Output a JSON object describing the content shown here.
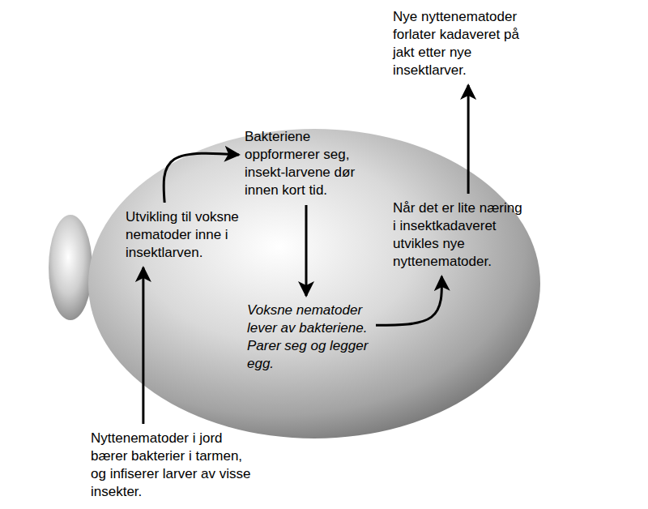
{
  "diagram": {
    "nodes": [
      {
        "text": [
          "Nyttenematoder i jord bærer bakterier i tarmen, og infiserer larver av visse insekter."
        ]
      },
      {
        "text": [
          "Utvikling til voksne nematoder inne i insektlarven."
        ]
      },
      {
        "text": [
          "Bakteriene oppformerer seg, insekt-larvene dør innen kort tid."
        ]
      },
      {
        "text": [
          "Voksne nematoder lever av bakteriene. Parer seg og legger egg."
        ]
      },
      {
        "text": [
          "Når det er lite næring i insektkadaveret utvikles nye nyttenematoder."
        ]
      },
      {
        "text": [
          "Nye nyttenematoder forlater kadaveret på jakt etter nye insektlarver."
        ]
      }
    ],
    "edges": [
      {
        "from": 0,
        "to": 1,
        "arrow": "to"
      },
      {
        "from": 1,
        "to": 2,
        "arrow": "to"
      },
      {
        "from": 2,
        "to": 3,
        "arrow": "to"
      },
      {
        "from": 3,
        "to": 4,
        "arrow": "to"
      },
      {
        "from": 4,
        "to": 5,
        "arrow": "to"
      }
    ]
  }
}
